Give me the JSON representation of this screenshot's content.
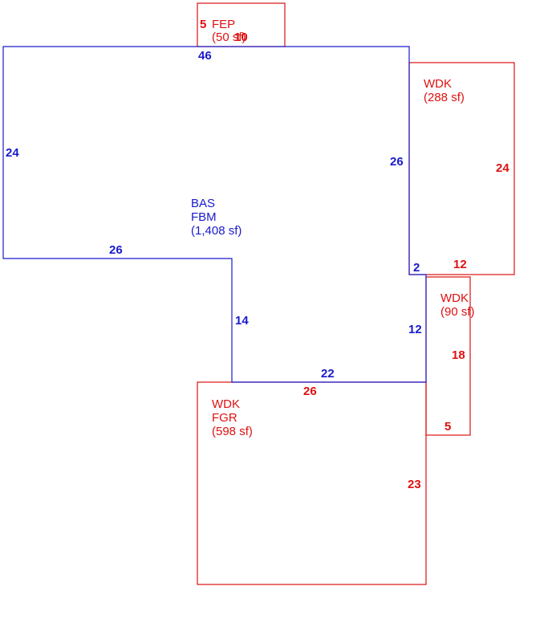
{
  "colors": {
    "bas": "#1a1acc",
    "deck": "#dd1111",
    "background": "#ffffff"
  },
  "areas": {
    "bas": {
      "code1": "BAS",
      "code2": "FBM",
      "area": "(1,408 sf)"
    },
    "fep": {
      "code": "FEP",
      "area": "(50 sf)"
    },
    "wdk_east": {
      "code": "WDK",
      "area": "(288 sf)"
    },
    "wdk_small": {
      "code": "WDK",
      "area": "(90 sf)"
    },
    "wdk_fgr": {
      "code1": "WDK",
      "code2": "FGR",
      "area": "(598 sf)"
    }
  },
  "dimensions": {
    "bas_top": "46",
    "bas_left": "24",
    "bas_right": "26",
    "bas_step_bottom": "26",
    "bas_step_side": "14",
    "bas_bottom": "22",
    "bas_right_lower": "12",
    "bas_jog": "2",
    "fep_side": "5",
    "fep_top": "10",
    "wdk_east_side": "24",
    "wdk_east_bottom": "12",
    "wdk_small_side": "18",
    "wdk_small_bottom": "5",
    "wdk_fgr_top": "26",
    "wdk_fgr_side": "23"
  }
}
